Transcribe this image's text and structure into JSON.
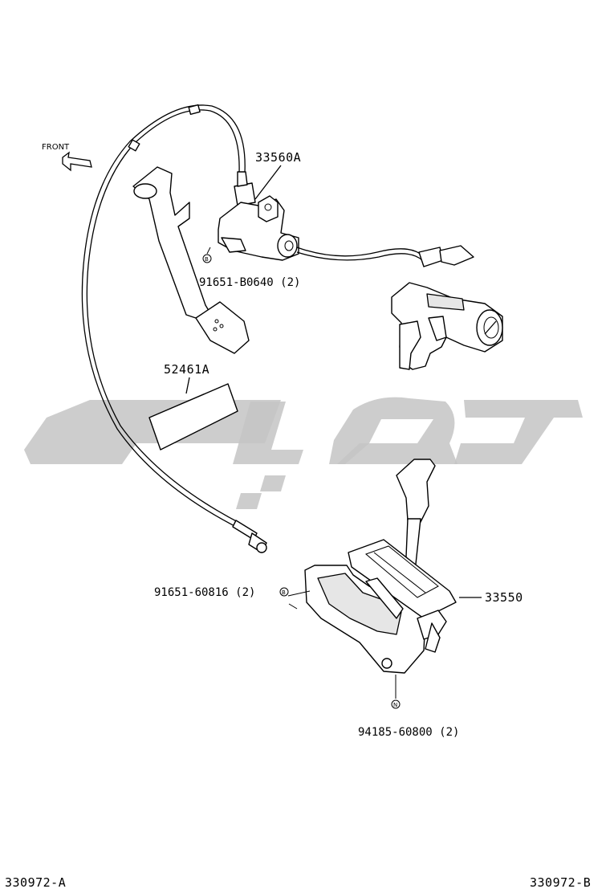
{
  "diagram": {
    "front_label": "FRONT",
    "labels": {
      "shift_lock_solenoid": "33560A",
      "bolt_top": "91651-B0640 (2)",
      "caution_label": "52461A",
      "bolt_mid": "91651-60816 (2)",
      "shift_lever_assembly": "33550",
      "nut_bottom": "94185-60800 (2)"
    },
    "markers": {
      "bolt_marker": "B",
      "nut_marker": "N"
    },
    "footer": {
      "left_code": "330972-A",
      "right_code": "330972-B"
    }
  },
  "colors": {
    "line": "#000000",
    "background": "#ffffff",
    "watermark": "#c4c4c4"
  }
}
